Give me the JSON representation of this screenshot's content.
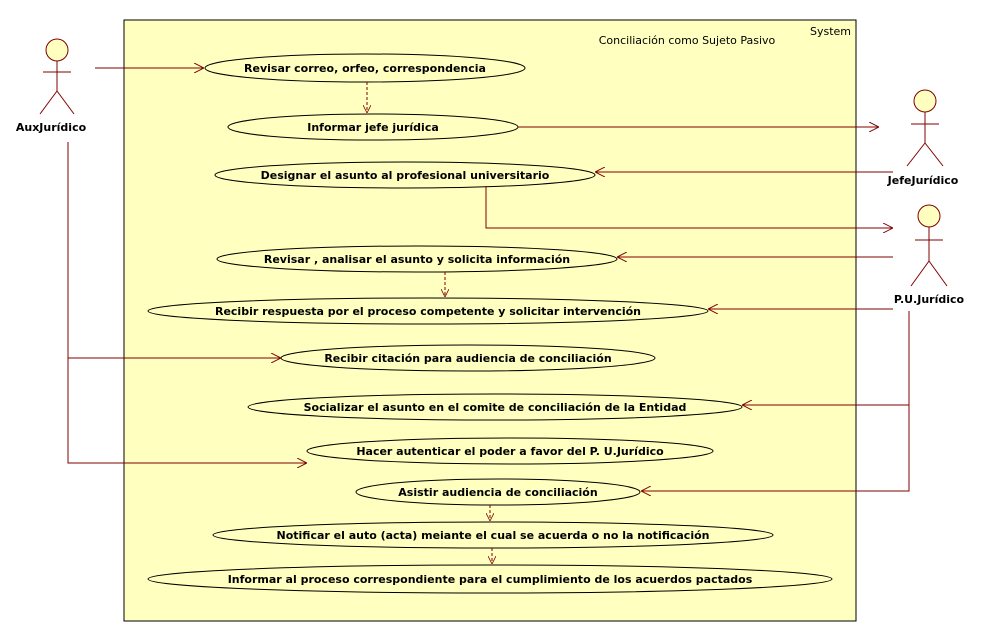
{
  "system": {
    "label": "System",
    "title": "Conciliación como Sujeto Pasivo"
  },
  "actors": {
    "aux": "AuxJurídico",
    "jefe": "JefeJurídico",
    "pu": "P.U.Jurídico"
  },
  "use_cases": {
    "uc1": "Revisar correo, orfeo, correspondencia",
    "uc2": "Informar jefe jurídica",
    "uc3": "Designar el asunto al profesional universitario",
    "uc4": "Revisar , analisar el asunto y solicita información",
    "uc5": "Recibir respuesta por el proceso competente y solicitar intervención",
    "uc6": "Recibir citación para audiencia de conciliación",
    "uc7": "Socializar el asunto en el comite de conciliación de la Entidad",
    "uc8": "Hacer autenticar el poder a favor del P. U.Jurídico",
    "uc9": "Asistir audiencia de conciliación",
    "uc10": "Notificar el auto (acta) meiante el cual se acuerda o no la notificación",
    "uc11": "Informar al proceso correspondiente para el cumplimiento de los acuerdos pactados"
  },
  "colors": {
    "system_fill": "#FFFFC0",
    "line": "#800000",
    "actor_fill": "#FFFFC0"
  }
}
